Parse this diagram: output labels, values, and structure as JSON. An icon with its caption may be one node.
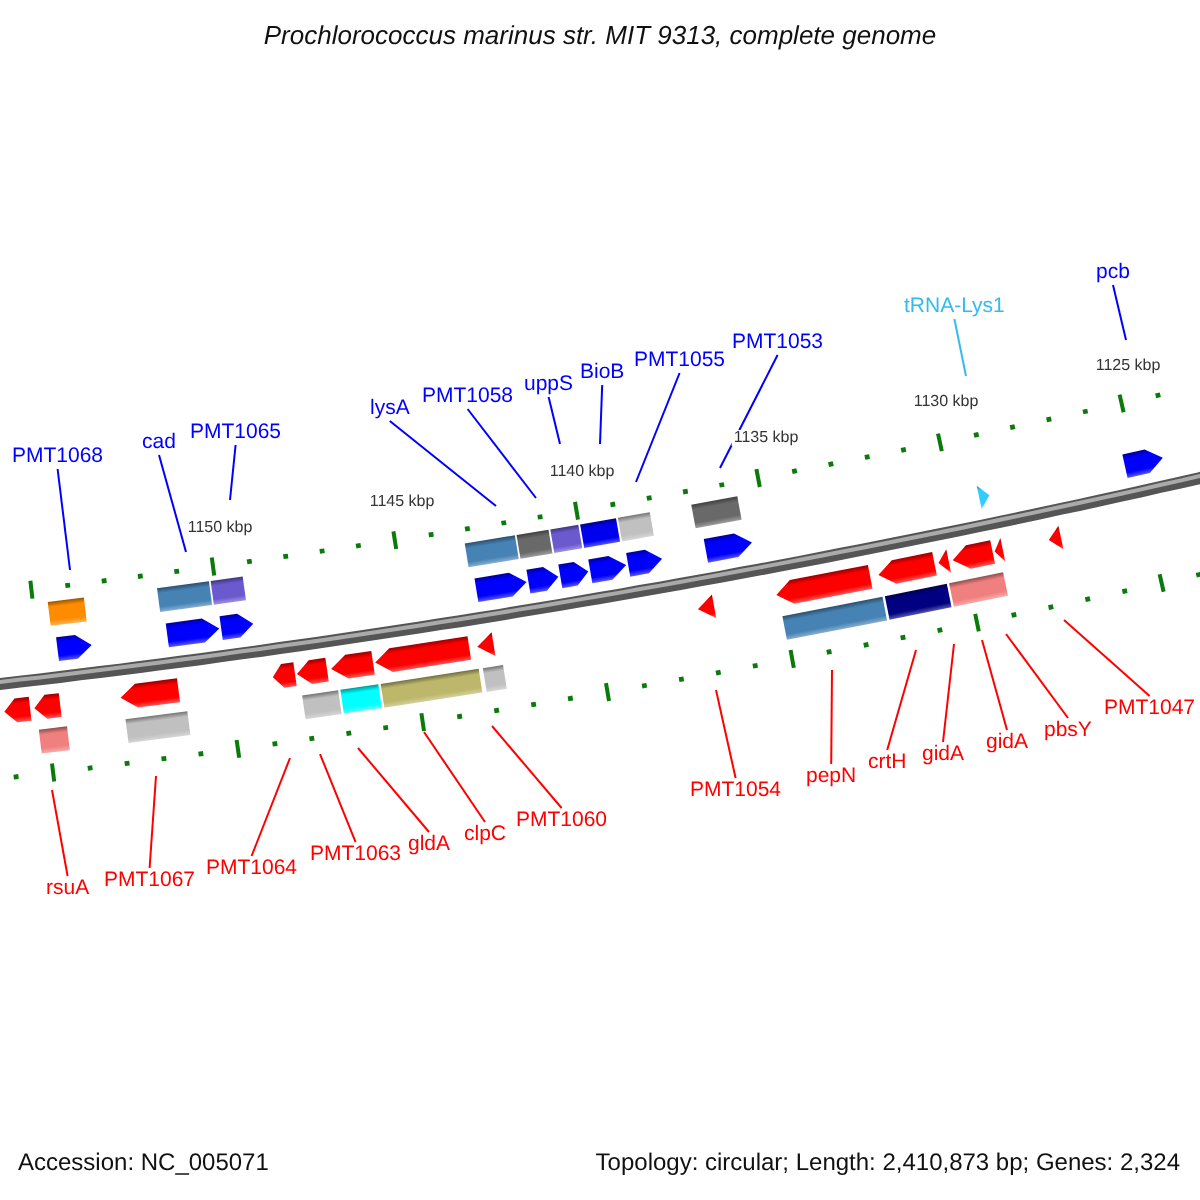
{
  "diagram": {
    "title": "Prochlorococcus marinus str. MIT 9313, complete genome",
    "nodes": [
      {
        "text": [
          "PMT1068"
        ]
      },
      {
        "text": [
          "cad"
        ]
      },
      {
        "text": [
          "PMT1065"
        ]
      },
      {
        "text": [
          "lysA"
        ]
      },
      {
        "text": [
          "PMT1058"
        ]
      },
      {
        "text": [
          "uppS"
        ]
      },
      {
        "text": [
          "BioB"
        ]
      },
      {
        "text": [
          "PMT1055"
        ]
      },
      {
        "text": [
          "PMT1053"
        ]
      },
      {
        "text": [
          "tRNA-Lys1"
        ]
      },
      {
        "text": [
          "pcb"
        ]
      },
      {
        "text": [
          "rsuA"
        ]
      },
      {
        "text": [
          "PMT1067"
        ]
      },
      {
        "text": [
          "PMT1064"
        ]
      },
      {
        "text": [
          "PMT1063"
        ]
      },
      {
        "text": [
          "gldA"
        ]
      },
      {
        "text": [
          "clpC"
        ]
      },
      {
        "text": [
          "PMT1060"
        ]
      },
      {
        "text": [
          "PMT1054"
        ]
      },
      {
        "text": [
          "pepN"
        ]
      },
      {
        "text": [
          "crtH"
        ]
      },
      {
        "text": [
          "gidA"
        ]
      },
      {
        "text": [
          "gidA"
        ]
      },
      {
        "text": [
          "pbsY"
        ]
      },
      {
        "text": [
          "PMT1047"
        ]
      }
    ],
    "edges": [
      {
        "from": 0,
        "to": null,
        "arrow": "none",
        "color": "#0000ff"
      },
      {
        "from": 1,
        "to": null,
        "arrow": "none",
        "color": "#0000ff"
      },
      {
        "from": 2,
        "to": null,
        "arrow": "none",
        "color": "#0000ff"
      },
      {
        "from": 3,
        "to": null,
        "arrow": "none",
        "color": "#0000ff"
      },
      {
        "from": 4,
        "to": null,
        "arrow": "none",
        "color": "#0000ff"
      },
      {
        "from": 5,
        "to": null,
        "arrow": "none",
        "color": "#0000ff"
      },
      {
        "from": 6,
        "to": null,
        "arrow": "none",
        "color": "#0000ff"
      },
      {
        "from": 7,
        "to": null,
        "arrow": "none",
        "color": "#0000ff"
      },
      {
        "from": 8,
        "to": null,
        "arrow": "none",
        "color": "#0000ff"
      },
      {
        "from": 9,
        "to": null,
        "arrow": "none",
        "color": "#33bbee"
      },
      {
        "from": 10,
        "to": null,
        "arrow": "none",
        "color": "#0000ff"
      },
      {
        "from": 11,
        "to": null,
        "arrow": "none"
      },
      {
        "from": 12,
        "to": null,
        "arrow": "none"
      },
      {
        "from": 13,
        "to": null,
        "arrow": "none"
      },
      {
        "from": 14,
        "to": null,
        "arrow": "none"
      },
      {
        "from": 15,
        "to": null,
        "arrow": "none"
      },
      {
        "from": 16,
        "to": null,
        "arrow": "none"
      },
      {
        "from": 17,
        "to": null,
        "arrow": "none"
      },
      {
        "from": 18,
        "to": null,
        "arrow": "none"
      },
      {
        "from": 19,
        "to": null,
        "arrow": "none"
      },
      {
        "from": 20,
        "to": null,
        "arrow": "none"
      },
      {
        "from": 21,
        "to": null,
        "arrow": "none"
      },
      {
        "from": 22,
        "to": null,
        "arrow": "none"
      },
      {
        "from": 23,
        "to": null,
        "arrow": "none"
      },
      {
        "from": 24,
        "to": null,
        "arrow": "none"
      }
    ],
    "labels": [
      "1150 kbp",
      "1145 kbp",
      "1140 kbp",
      "1135 kbp",
      "1130 kbp",
      "1125 kbp",
      "Accession: NC_005071",
      "Topology: circular; Length: 2,410,873 bp; Genes: 2,324"
    ]
  }
}
